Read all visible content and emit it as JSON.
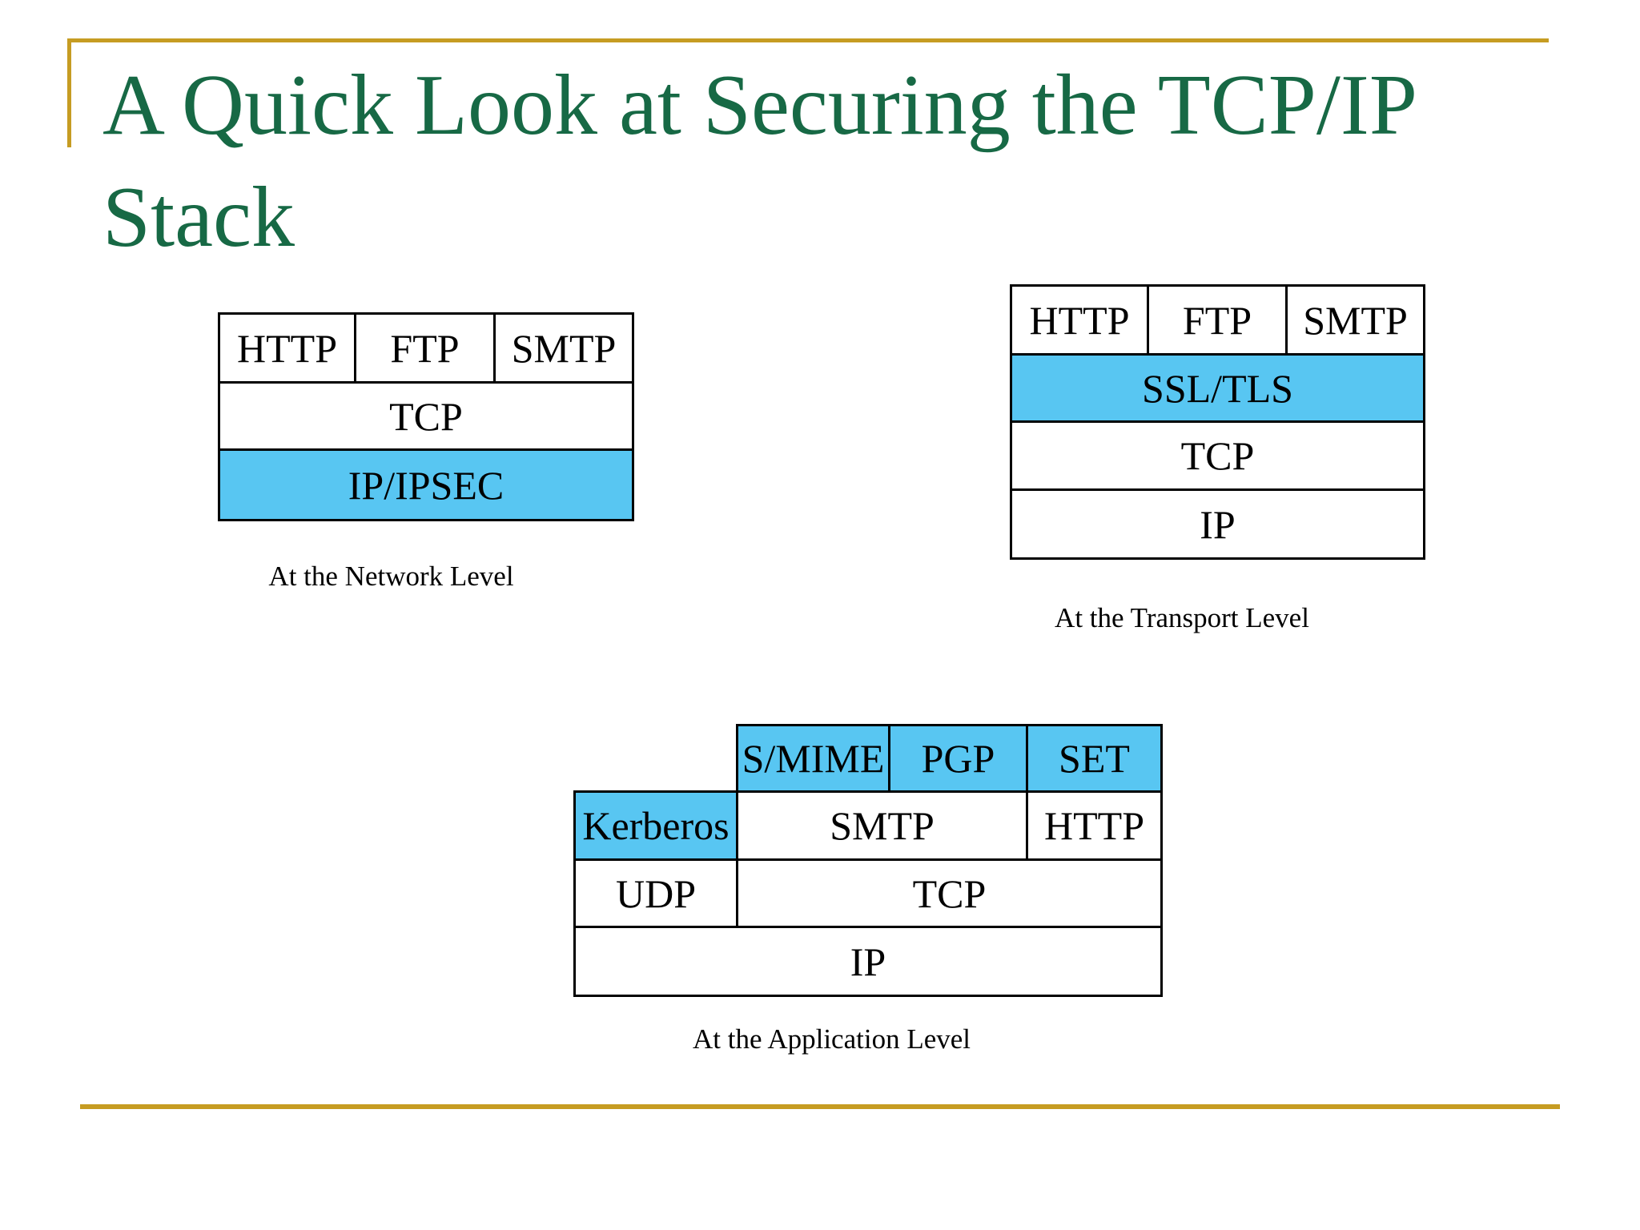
{
  "slide": {
    "title_line1": "A Quick Look at Securing the TCP/IP",
    "title_line2": "Stack"
  },
  "colors": {
    "background": "#FFFFFF",
    "accent_gold": "#C69C22",
    "title_green": "#176945",
    "highlight_blue": "#58C6F2",
    "cell_border": "#000000",
    "cell_text": "#000000"
  },
  "diagrams": {
    "network": {
      "caption": "At the Network Level",
      "app_row": [
        "HTTP",
        "FTP",
        "SMTP"
      ],
      "tcp": "TCP",
      "ip_ipsec": "IP/IPSEC"
    },
    "transport": {
      "caption": "At the Transport Level",
      "app_row": [
        "HTTP",
        "FTP",
        "SMTP"
      ],
      "ssl_tls": "SSL/TLS",
      "tcp": "TCP",
      "ip": "IP"
    },
    "application": {
      "caption": "At the Application Level",
      "security_row": [
        "S/MIME",
        "PGP",
        "SET"
      ],
      "kerberos": "Kerberos",
      "smtp": "SMTP",
      "http": "HTTP",
      "udp": "UDP",
      "tcp": "TCP",
      "ip": "IP"
    }
  }
}
